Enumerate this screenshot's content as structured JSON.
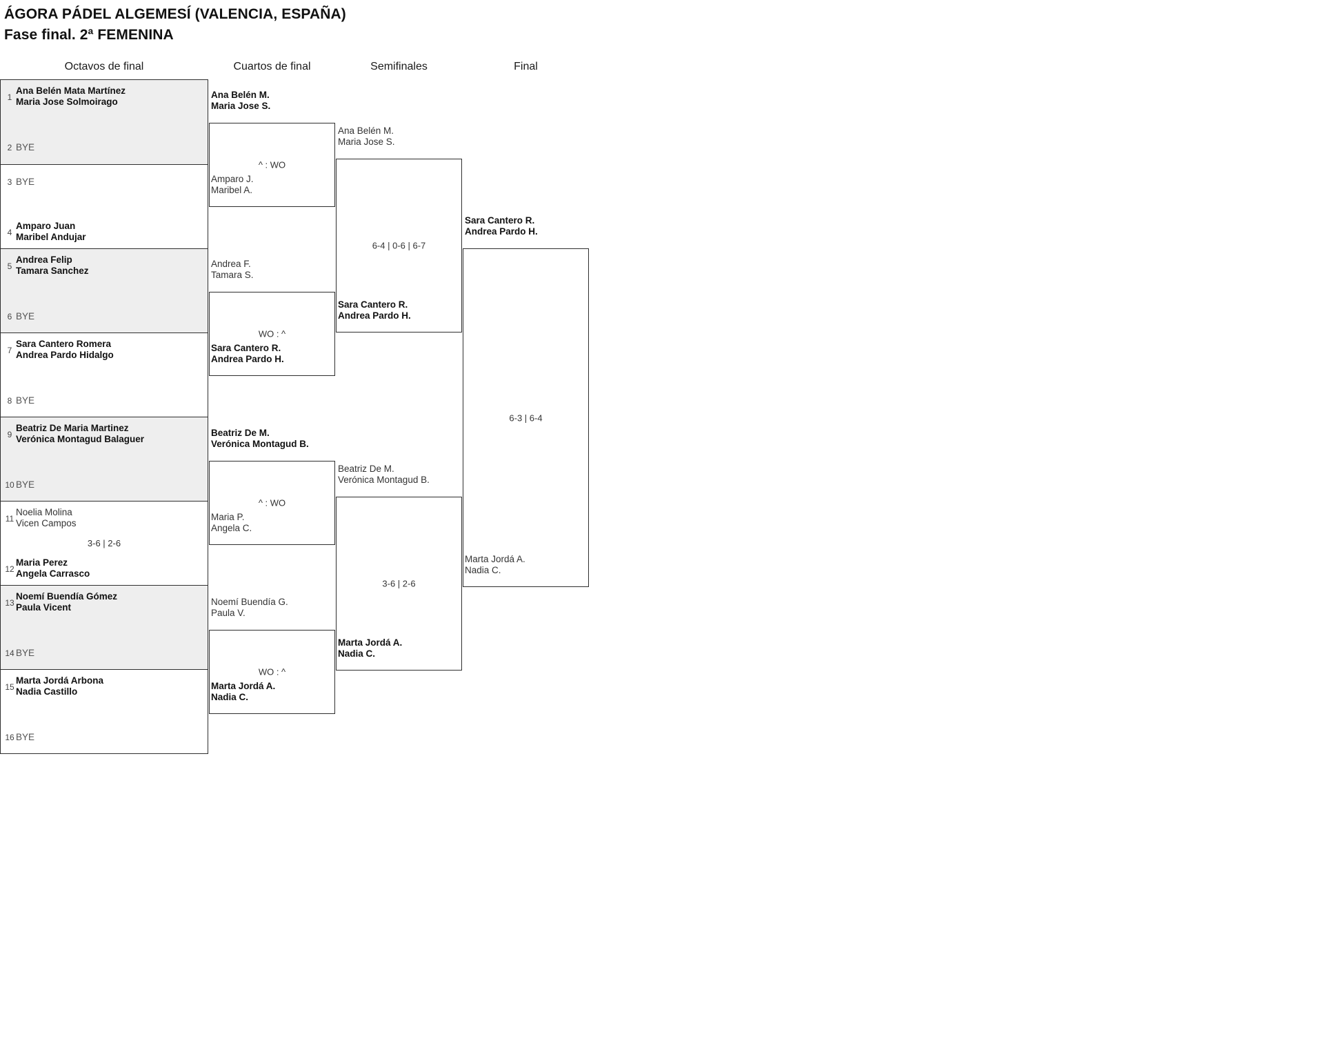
{
  "header": {
    "title_line1": "ÁGORA PÁDEL ALGEMESÍ (VALENCIA, ESPAÑA)",
    "title_line2": "Fase final. 2ª FEMENINA"
  },
  "columns": [
    {
      "label": "Octavos de final"
    },
    {
      "label": "Cuartos de final"
    },
    {
      "label": "Semifinales"
    },
    {
      "label": "Final"
    }
  ],
  "round1": {
    "groups": [
      {
        "shaded": true,
        "score": "",
        "slots": [
          {
            "seed": "1",
            "bye": false,
            "winner": true,
            "line1": "Ana Belén Mata Martínez",
            "line2": "Maria Jose Solmoirago"
          },
          {
            "seed": "2",
            "bye": true,
            "winner": false,
            "line1": "BYE",
            "line2": ""
          }
        ]
      },
      {
        "shaded": false,
        "score": "",
        "slots": [
          {
            "seed": "3",
            "bye": true,
            "winner": false,
            "line1": "BYE",
            "line2": ""
          },
          {
            "seed": "4",
            "bye": false,
            "winner": true,
            "line1": "Amparo Juan",
            "line2": "Maribel Andujar"
          }
        ]
      },
      {
        "shaded": true,
        "score": "",
        "slots": [
          {
            "seed": "5",
            "bye": false,
            "winner": true,
            "line1": "Andrea Felip",
            "line2": "Tamara Sanchez"
          },
          {
            "seed": "6",
            "bye": true,
            "winner": false,
            "line1": "BYE",
            "line2": ""
          }
        ]
      },
      {
        "shaded": false,
        "score": "",
        "slots": [
          {
            "seed": "7",
            "bye": false,
            "winner": true,
            "line1": "Sara Cantero Romera",
            "line2": "Andrea Pardo Hidalgo"
          },
          {
            "seed": "8",
            "bye": true,
            "winner": false,
            "line1": "BYE",
            "line2": ""
          }
        ]
      },
      {
        "shaded": true,
        "score": "",
        "slots": [
          {
            "seed": "9",
            "bye": false,
            "winner": true,
            "line1": "Beatriz De Maria Martinez",
            "line2": "Verónica Montagud Balaguer"
          },
          {
            "seed": "10",
            "bye": true,
            "winner": false,
            "line1": "BYE",
            "line2": ""
          }
        ]
      },
      {
        "shaded": false,
        "score": "3-6 | 2-6",
        "slots": [
          {
            "seed": "11",
            "bye": false,
            "winner": false,
            "line1": "Noelia Molina",
            "line2": "Vicen Campos"
          },
          {
            "seed": "12",
            "bye": false,
            "winner": true,
            "line1": "Maria Perez",
            "line2": "Angela Carrasco"
          }
        ]
      },
      {
        "shaded": true,
        "score": "",
        "slots": [
          {
            "seed": "13",
            "bye": false,
            "winner": true,
            "line1": "Noemí Buendía Gómez",
            "line2": "Paula Vicent"
          },
          {
            "seed": "14",
            "bye": true,
            "winner": false,
            "line1": "BYE",
            "line2": ""
          }
        ]
      },
      {
        "shaded": false,
        "score": "",
        "slots": [
          {
            "seed": "15",
            "bye": false,
            "winner": true,
            "line1": "Marta Jordá Arbona",
            "line2": "Nadia Castillo"
          },
          {
            "seed": "16",
            "bye": true,
            "winner": false,
            "line1": "BYE",
            "line2": ""
          }
        ]
      }
    ]
  },
  "round2": {
    "matches": [
      {
        "score": "^ : WO",
        "top": {
          "winner": true,
          "line1": "Ana Belén M.",
          "line2": "Maria Jose S."
        },
        "bottom": {
          "winner": false,
          "line1": "Amparo J.",
          "line2": "Maribel A."
        }
      },
      {
        "score": "WO : ^",
        "top": {
          "winner": false,
          "line1": "Andrea F.",
          "line2": "Tamara S."
        },
        "bottom": {
          "winner": true,
          "line1": "Sara Cantero R.",
          "line2": "Andrea Pardo H."
        }
      },
      {
        "score": "^ : WO",
        "top": {
          "winner": true,
          "line1": "Beatriz De M.",
          "line2": "Verónica Montagud B."
        },
        "bottom": {
          "winner": false,
          "line1": "Maria P.",
          "line2": "Angela C."
        }
      },
      {
        "score": "WO : ^",
        "top": {
          "winner": false,
          "line1": "Noemí Buendía G.",
          "line2": "Paula V."
        },
        "bottom": {
          "winner": true,
          "line1": "Marta Jordá A.",
          "line2": "Nadia C."
        }
      }
    ]
  },
  "round3": {
    "matches": [
      {
        "score": "6-4 | 0-6 | 6-7",
        "top": {
          "winner": false,
          "line1": "Ana Belén M.",
          "line2": "Maria Jose S."
        },
        "bottom": {
          "winner": true,
          "line1": "Sara Cantero R.",
          "line2": "Andrea Pardo H."
        }
      },
      {
        "score": "3-6 | 2-6",
        "top": {
          "winner": false,
          "line1": "Beatriz De M.",
          "line2": "Verónica Montagud B."
        },
        "bottom": {
          "winner": true,
          "line1": "Marta Jordá A.",
          "line2": "Nadia C."
        }
      }
    ]
  },
  "round4": {
    "matches": [
      {
        "score": "6-3 | 6-4",
        "top": {
          "winner": true,
          "line1": "Sara Cantero R.",
          "line2": "Andrea Pardo H."
        },
        "bottom": {
          "winner": false,
          "line1": "Marta Jordá A.",
          "line2": "Nadia C."
        }
      }
    ]
  }
}
